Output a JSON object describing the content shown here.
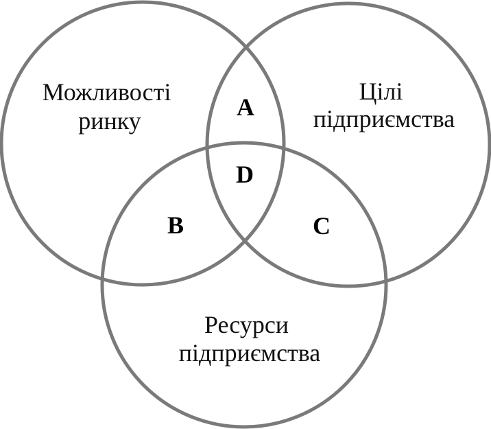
{
  "diagram": {
    "sets": [
      {
        "id": "market",
        "lines": [
          "Можливості",
          "ринку"
        ]
      },
      {
        "id": "goals",
        "lines": [
          "Цілі",
          "підприємства"
        ]
      },
      {
        "id": "resources",
        "lines": [
          "Ресурси",
          "підприємства"
        ]
      }
    ],
    "regions": {
      "a": "A",
      "b": "B",
      "c": "C",
      "d": "D"
    },
    "colors": {
      "circle_stroke": "#7a7a7a",
      "text": "#111111"
    }
  }
}
